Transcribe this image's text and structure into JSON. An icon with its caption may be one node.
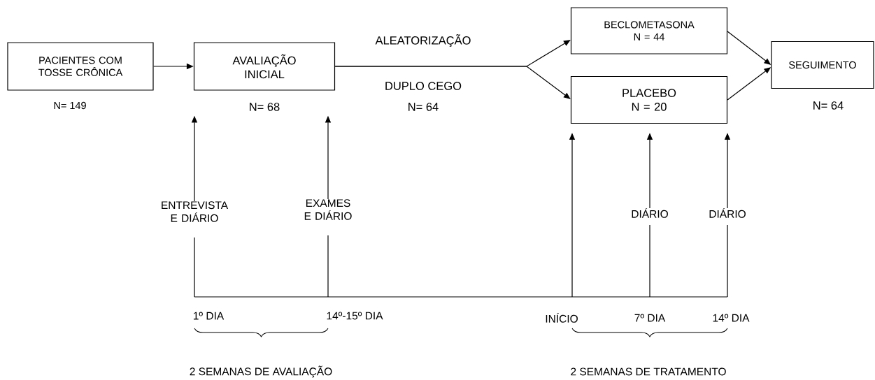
{
  "diagram": {
    "nodes": [
      {
        "text": [
          "PACIENTES COM TOSSE CRÔNICA"
        ],
        "beside": [
          "N= 149"
        ]
      },
      {
        "text": [
          "AVALIAÇÃO INICIAL"
        ],
        "beside": [
          "N= 68"
        ]
      },
      {
        "text": [
          "BECLOMETASONA",
          "N = 44"
        ]
      },
      {
        "text": [
          "PLACEBO",
          "N = 20"
        ]
      },
      {
        "text": [
          "SEGUIMENTO"
        ],
        "beside": [
          "N= 64"
        ]
      },
      {
        "text": [
          "ENTREVISTA E DIÁRIO"
        ]
      },
      {
        "text": [
          "EXAMES E DIÁRIO"
        ]
      },
      {
        "text": [
          "DIÁRIO"
        ]
      },
      {
        "text": [
          "DIÁRIO"
        ]
      },
      {
        "text": [],
        "shape": "bar"
      }
    ],
    "edges": [
      {
        "from": 0,
        "to": 1,
        "arrow": "to"
      },
      {
        "from": 1,
        "to": 2,
        "arrow": "to"
      },
      {
        "from": 1,
        "to": 3,
        "arrow": "to"
      },
      {
        "from": 2,
        "to": 4,
        "arrow": "to"
      },
      {
        "from": 3,
        "to": 4,
        "arrow": "to"
      },
      {
        "from": 5,
        "to": 1,
        "arrow": "to"
      },
      {
        "from": 6,
        "to": 1,
        "arrow": "to"
      },
      {
        "from": 9,
        "to": 3,
        "arrow": "to"
      },
      {
        "from": 7,
        "to": 3,
        "arrow": "to"
      },
      {
        "from": 8,
        "to": 3,
        "arrow": "to"
      },
      {
        "from": 9,
        "to": 5,
        "arrow": "none"
      },
      {
        "from": 9,
        "to": 6,
        "arrow": "none"
      },
      {
        "from": 9,
        "to": 7,
        "arrow": "none"
      },
      {
        "from": 9,
        "to": 8,
        "arrow": "none"
      }
    ],
    "labels": [
      "ALEATORIZAÇÃO",
      "DUPLO CEGO",
      "N= 64",
      "1º DIA",
      "14º-15º DIA",
      "INÍCIO",
      "7º DIA",
      "14º DIA",
      "2 SEMANAS DE AVALIAÇÃO",
      "2 SEMANAS DE TRATAMENTO"
    ]
  }
}
